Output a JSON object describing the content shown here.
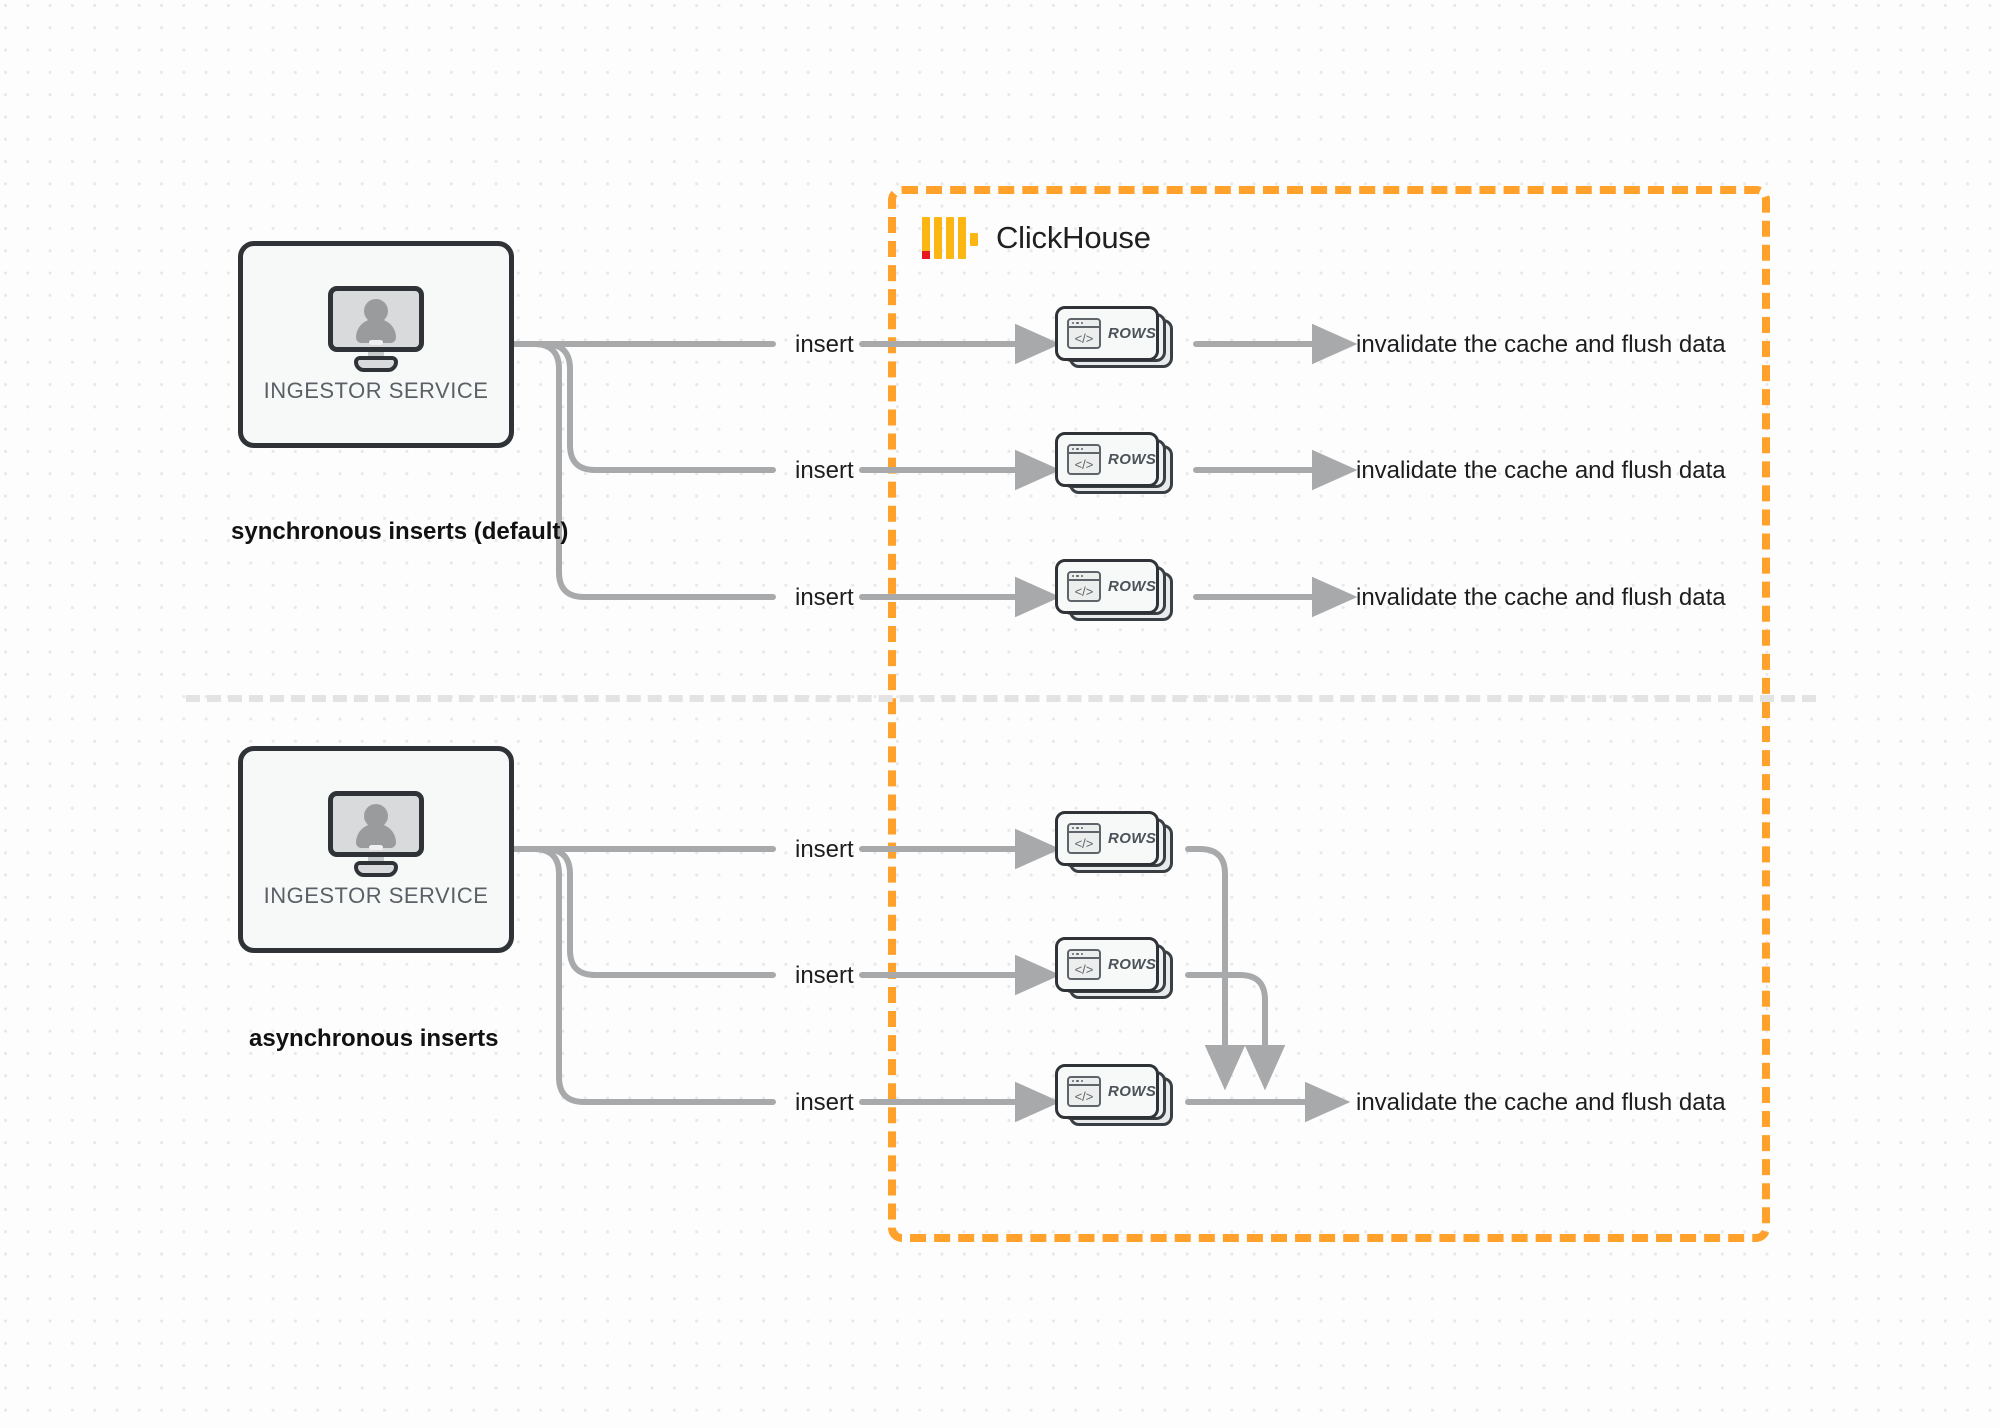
{
  "diagram": {
    "title": "ClickHouse synchronous vs asynchronous inserts",
    "background": "#fdfdfd",
    "colors": {
      "boundary_orange": "#ffa12b",
      "wire_gray": "#a8a9ab",
      "node_outline": "#2f3337",
      "logo_yellow": "#fbb614",
      "logo_red": "#e8191c",
      "divider_gray": "#e3e3e3"
    }
  },
  "clickhouse": {
    "wordmark": "ClickHouse",
    "logo_name": "clickhouse-logo"
  },
  "sections": [
    {
      "id": "synchronous",
      "mode_label": "synchronous inserts (default)",
      "service": {
        "label": "INGESTOR SERVICE",
        "icon": "monitor-user-icon"
      },
      "flows": [
        {
          "insert_label": "insert",
          "card_label": "ROWS",
          "result_label": "invalidate the cache and flush data"
        },
        {
          "insert_label": "insert",
          "card_label": "ROWS",
          "result_label": "invalidate the cache and flush data"
        },
        {
          "insert_label": "insert",
          "card_label": "ROWS",
          "result_label": "invalidate the cache and flush data"
        }
      ]
    },
    {
      "id": "asynchronous",
      "mode_label": "asynchronous inserts",
      "service": {
        "label": "INGESTOR SERVICE",
        "icon": "monitor-user-icon"
      },
      "flows": [
        {
          "insert_label": "insert",
          "card_label": "ROWS"
        },
        {
          "insert_label": "insert",
          "card_label": "ROWS"
        },
        {
          "insert_label": "insert",
          "card_label": "ROWS"
        }
      ],
      "merged_result_label": "invalidate the cache and flush data"
    }
  ]
}
